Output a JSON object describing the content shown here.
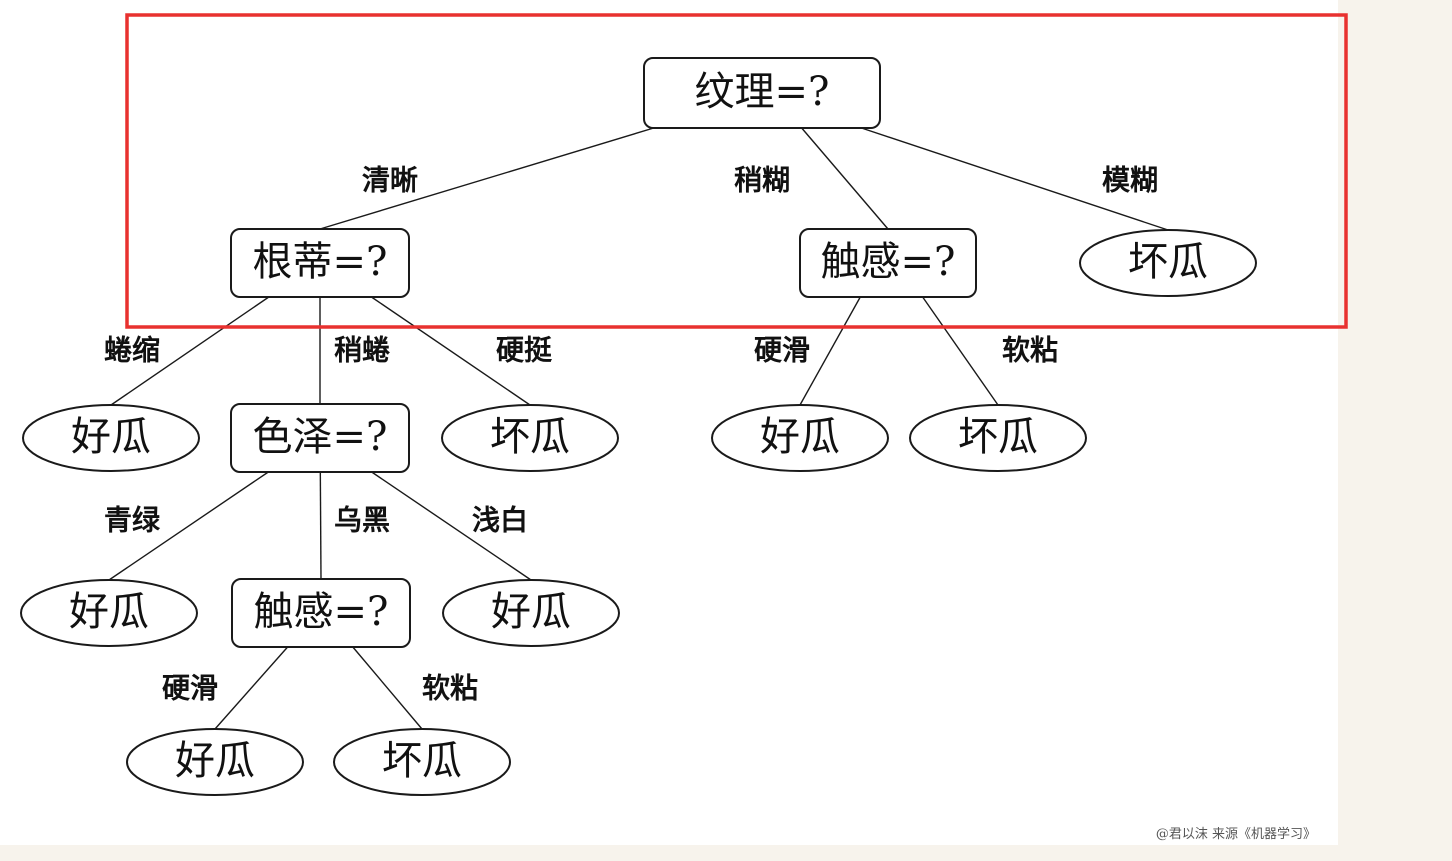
{
  "diagram": {
    "type": "decision-tree",
    "highlight_color": "#e8312f",
    "nodes": [
      {
        "id": "root",
        "kind": "decision",
        "label": "纹理=?"
      },
      {
        "id": "gendi",
        "kind": "decision",
        "label": "根蒂=?"
      },
      {
        "id": "chugan1",
        "kind": "decision",
        "label": "触感=?"
      },
      {
        "id": "leaf-mohu",
        "kind": "leaf",
        "label": "坏瓜"
      },
      {
        "id": "leaf-quansuo",
        "kind": "leaf",
        "label": "好瓜"
      },
      {
        "id": "seze",
        "kind": "decision",
        "label": "色泽=?"
      },
      {
        "id": "leaf-yingting",
        "kind": "leaf",
        "label": "坏瓜"
      },
      {
        "id": "leaf-chugan1-yinghua",
        "kind": "leaf",
        "label": "好瓜"
      },
      {
        "id": "leaf-chugan1-ruannian",
        "kind": "leaf",
        "label": "坏瓜"
      },
      {
        "id": "leaf-qinglv",
        "kind": "leaf",
        "label": "好瓜"
      },
      {
        "id": "chugan2",
        "kind": "decision",
        "label": "触感=?"
      },
      {
        "id": "leaf-qianbai",
        "kind": "leaf",
        "label": "好瓜"
      },
      {
        "id": "leaf-chugan2-yinghua",
        "kind": "leaf",
        "label": "好瓜"
      },
      {
        "id": "leaf-chugan2-ruannian",
        "kind": "leaf",
        "label": "坏瓜"
      }
    ],
    "edges": [
      {
        "from": "root",
        "to": "gendi",
        "label": "清晰"
      },
      {
        "from": "root",
        "to": "chugan1",
        "label": "稍糊"
      },
      {
        "from": "root",
        "to": "leaf-mohu",
        "label": "模糊"
      },
      {
        "from": "gendi",
        "to": "leaf-quansuo",
        "label": "蜷缩"
      },
      {
        "from": "gendi",
        "to": "seze",
        "label": "稍蜷"
      },
      {
        "from": "gendi",
        "to": "leaf-yingting",
        "label": "硬挺"
      },
      {
        "from": "chugan1",
        "to": "leaf-chugan1-yinghua",
        "label": "硬滑"
      },
      {
        "from": "chugan1",
        "to": "leaf-chugan1-ruannian",
        "label": "软粘"
      },
      {
        "from": "seze",
        "to": "leaf-qinglv",
        "label": "青绿"
      },
      {
        "from": "seze",
        "to": "chugan2",
        "label": "乌黑"
      },
      {
        "from": "seze",
        "to": "leaf-qianbai",
        "label": "浅白"
      },
      {
        "from": "chugan2",
        "to": "leaf-chugan2-yinghua",
        "label": "硬滑"
      },
      {
        "from": "chugan2",
        "to": "leaf-chugan2-ruannian",
        "label": "软粘"
      }
    ]
  },
  "credit": "@君以沫 来源《机器学习》"
}
